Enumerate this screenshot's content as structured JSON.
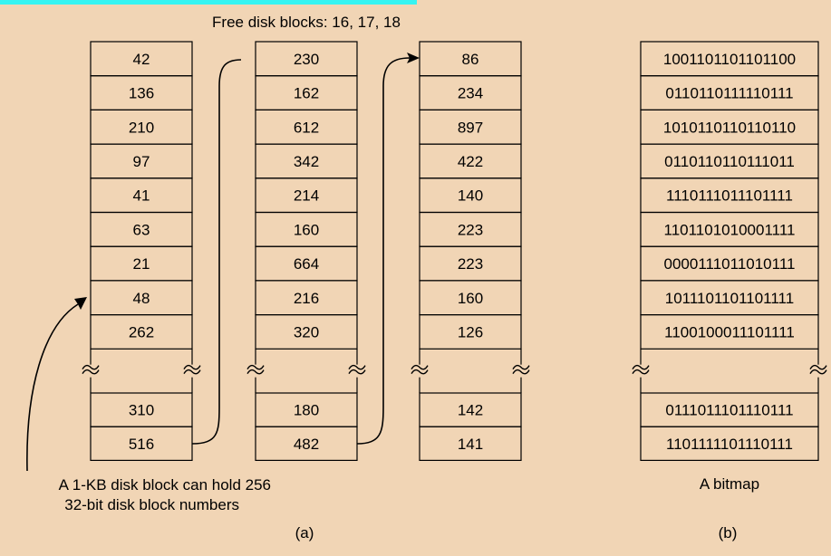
{
  "free_blocks_title": "Free disk blocks: 16, 17, 18",
  "caption_a": "(a)",
  "caption_b": "(b)",
  "note_line1": "A 1-KB disk block can hold 256",
  "note_line2": "32-bit disk block numbers",
  "bitmap_label": "A bitmap",
  "columns": [
    {
      "top": [
        "42",
        "136",
        "210",
        "97",
        "41",
        "63",
        "21",
        "48",
        "262"
      ],
      "bottom": [
        "310",
        "516"
      ]
    },
    {
      "top": [
        "230",
        "162",
        "612",
        "342",
        "214",
        "160",
        "664",
        "216",
        "320"
      ],
      "bottom": [
        "180",
        "482"
      ]
    },
    {
      "top": [
        "86",
        "234",
        "897",
        "422",
        "140",
        "223",
        "223",
        "160",
        "126"
      ],
      "bottom": [
        "142",
        "141"
      ]
    }
  ],
  "bitmap": {
    "top": [
      "1001101101101100",
      "0110110111110111",
      "1010110110110110",
      "0110110110111011",
      "1110111011101111",
      "1101101010001111",
      "0000111011010111",
      "1011101101101111",
      "1100100011101111"
    ],
    "bottom": [
      "0111011101110111",
      "1101111101110111"
    ]
  },
  "colors": {
    "background": "#f1d5b5",
    "accent_bar": "#36f4f1",
    "stroke": "#000000"
  }
}
